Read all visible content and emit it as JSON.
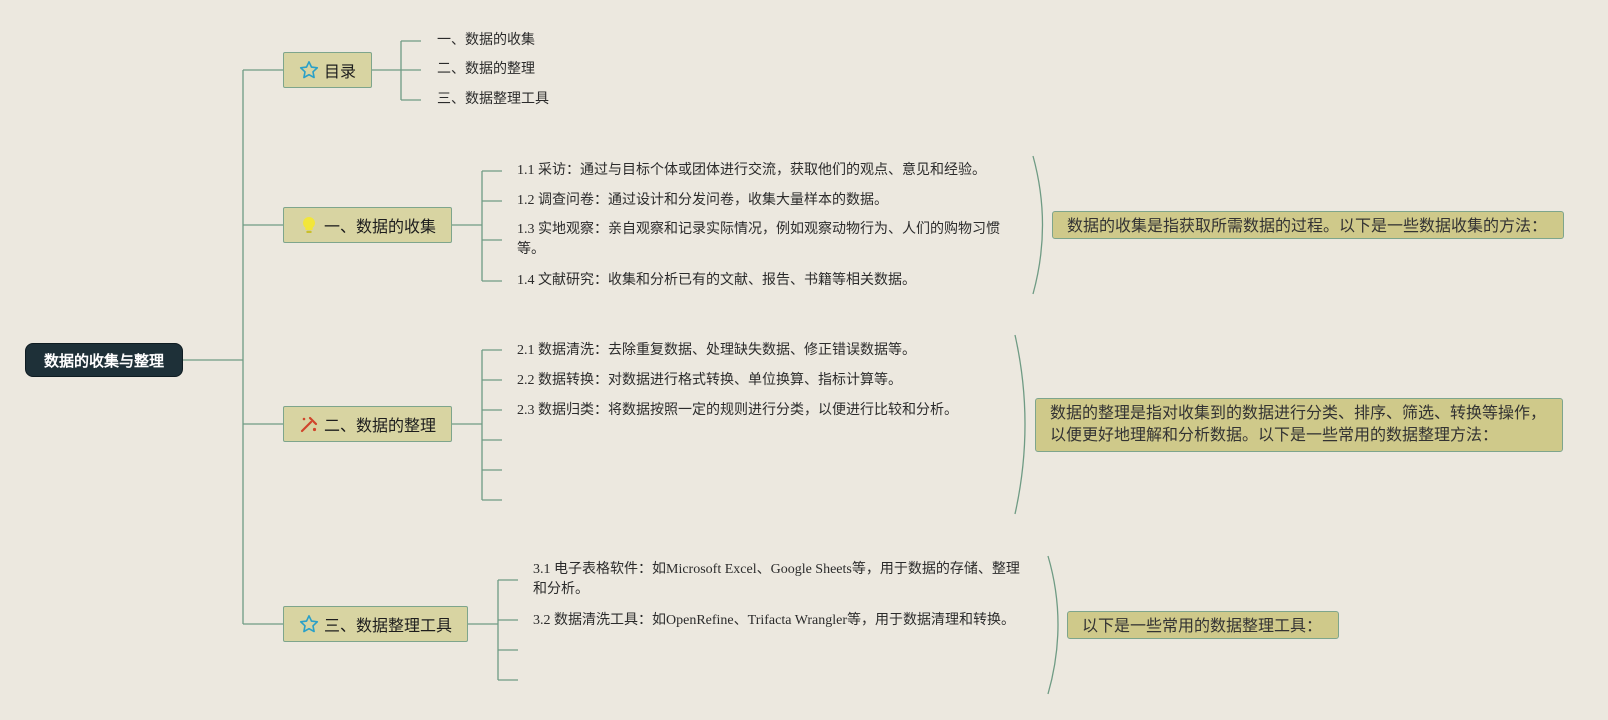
{
  "colors": {
    "background": "#ece8df",
    "root_fill": "#1e3038",
    "branch_fill": "#d8d4a2",
    "summary_fill": "#cfc98a",
    "connector": "#6f9b84",
    "star_icon": "#2aa0c8",
    "bulb_icon": "#f2e63a",
    "tools_icon": "#d0442b"
  },
  "root": {
    "label": "数据的收集与整理"
  },
  "branches": [
    {
      "label": "目录",
      "icon": "star-icon",
      "children": [
        "一、数据的收集",
        "二、数据的整理",
        "三、数据整理工具"
      ]
    },
    {
      "label": "一、数据的收集",
      "icon": "lightbulb-icon",
      "children": [
        "1.1 采访：通过与目标个体或团体进行交流，获取他们的观点、意见和经验。",
        "1.2 调查问卷：通过设计和分发问卷，收集大量样本的数据。",
        "1.3 实地观察：亲自观察和记录实际情况，例如观察动物行为、人们的购物习惯等。",
        "1.4 文献研究：收集和分析已有的文献、报告、书籍等相关数据。"
      ],
      "summary": "数据的收集是指获取所需数据的过程。以下是一些数据收集的方法："
    },
    {
      "label": "二、数据的整理",
      "icon": "tools-icon",
      "children": [
        "2.1 数据清洗：去除重复数据、处理缺失数据、修正错误数据等。",
        "2.2 数据转换：对数据进行格式转换、单位换算、指标计算等。",
        "2.3 数据归类：将数据按照一定的规则进行分类，以便进行比较和分析。",
        "",
        "",
        ""
      ],
      "summary": "数据的整理是指对收集到的数据进行分类、排序、筛选、转换等操作，以便更好地理解和分析数据。以下是一些常用的数据整理方法："
    },
    {
      "label": "三、数据整理工具",
      "icon": "star-icon",
      "children": [
        "3.1 电子表格软件：如Microsoft Excel、Google Sheets等，用于数据的存储、整理和分析。",
        "3.2 数据清洗工具：如OpenRefine、Trifacta Wrangler等，用于数据清理和转换。",
        "",
        ""
      ],
      "summary": "以下是一些常用的数据整理工具："
    }
  ]
}
